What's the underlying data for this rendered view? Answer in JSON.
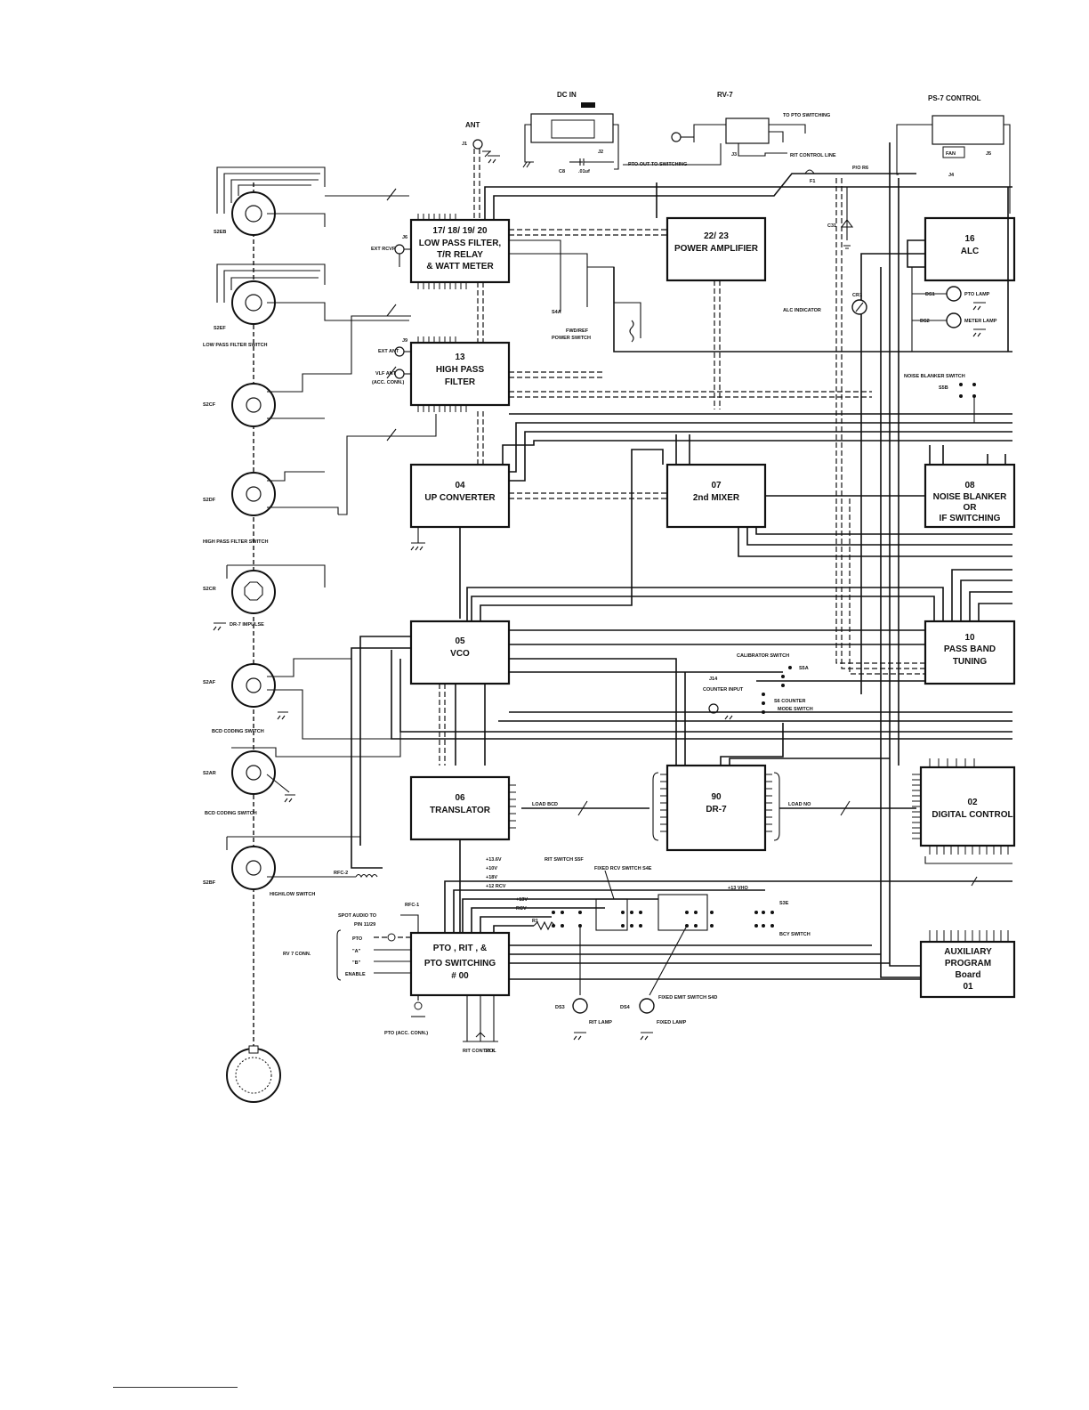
{
  "blocks": {
    "lpf": [
      "17/ 18/ 19/ 20",
      "LOW PASS FILTER,",
      "T/R RELAY",
      "& WATT METER"
    ],
    "pa": [
      "22/ 23",
      "POWER AMPLIFIER"
    ],
    "alc": [
      "16",
      "ALC"
    ],
    "hpf": [
      "13",
      "HIGH PASS",
      "FILTER"
    ],
    "upconv": [
      "04",
      "UP CONVERTER"
    ],
    "mixer": [
      "07",
      "2nd MIXER"
    ],
    "nb": [
      "08",
      "NOISE BLANKER",
      "OR",
      "IF    SWITCHING"
    ],
    "pbt": [
      "10",
      "PASS BAND",
      "TUNING"
    ],
    "vco": [
      "05",
      "VCO"
    ],
    "translator": [
      "06",
      "TRANSLATOR"
    ],
    "dr7": [
      "90",
      "DR-7"
    ],
    "digital": [
      "02",
      "DIGITAL CONTROL"
    ],
    "pto": [
      "PTO , RIT , &",
      "PTO SWITCHING",
      "#      00"
    ],
    "aux": [
      "AUXILIARY",
      "PROGRAM",
      "Board",
      "01"
    ]
  },
  "labels": {
    "dc_in": "DC IN",
    "rv7": "RV-7",
    "ps7": "PS-7 CONTROL",
    "ant": "ANT",
    "j1": "J1",
    "j2": "J2",
    "j3": "J3",
    "j4": "J4",
    "j5": "J5",
    "j6": "J6",
    "j9": "J9",
    "j14": "J14",
    "to_pto_switching": "TO PTO SWITCHING",
    "pto_out": "PTO OUT TO SWITCHING",
    "rit_control_line": "RIT CONTROL LINE",
    "po_r6": "P/O R6",
    "fan": "FAN",
    "f1": "F1",
    "ext_rcvr": "EXT RCVR",
    "ext_ant": "EXT ANT",
    "vlf_ant": "VLF ANT",
    "acc_conn": "(ACC. CONN.)",
    "s4a": "S4A",
    "fwd_ref": "FWD/REF",
    "power_switch": "POWER SWITCH",
    "alc_indicator": "ALC INDICATOR",
    "ds1": "DS1",
    "ds2": "DS2",
    "pto_lamp": "PTO LAMP",
    "meter_lamp": "METER LAMP",
    "nb_switch": "NOISE BLANKER SWITCH",
    "s5b": "S5B",
    "s2eb": "S2EB",
    "s2ef": "S2EF",
    "lpf_switch": "LOW PASS FILTER SWITCH",
    "s2cf": "S2CF",
    "s2df": "S2DF",
    "hpf_switch": "HIGH PASS FILTER SWITCH",
    "s2cr": "S2CR",
    "dr7_impulse": "DR-7 IMPULSE",
    "s2af": "S2AF",
    "bcd1": "BCD CODING SWITCH",
    "s2ar": "S2AR",
    "bcd2": "BCD CODING SWITCH",
    "s2bf": "S2BF",
    "highlow": "HIGH/LOW SWITCH",
    "cal_switch": "CALIBRATOR SWITCH",
    "s5a": "S5A",
    "s6": "S6  COUNTER",
    "mode_switch": "MODE SWITCH",
    "counter_input": "COUNTER INPUT",
    "rit_s5f": "RIT SWITCH S5F",
    "fixed_rcv": "FIXED RCV SWITCH S4E",
    "s3e": "S3E",
    "bcy_switch": "BCY SWITCH",
    "spot_audio": "SPOT AUDIO TO",
    "pin": "PIN  11/29",
    "rv7_conn": "RV 7 CONN.",
    "pto_in": "PTO",
    "a_in": "\"A\"",
    "b_in": "\"B\"",
    "enable": "ENABLE",
    "fixed_emit": "FIXED EMIT SWITCH S4D",
    "ds3": "DS3",
    "ds4": "DS4",
    "rit_lamp": "RIT LAMP",
    "fixed_lamp": "FIXED LAMP",
    "pto_acc": "PTO (ACC. CONN.)",
    "rit_control": "RIT CONTROL",
    "load_bcd": "LOAD BCD",
    "load_no": "LOAD NO",
    "rfc": "RFC-1",
    "rfc2": "RFC-2",
    "r10k": "10 K",
    "c8": "C8",
    "c31": "C31",
    "cr1": "CR1",
    "ma": ".01uf",
    "r14": "R1",
    "wire_1": "+13.6V",
    "wire_2": "+10V",
    "wire_3": "+18V",
    "wire_4": "+12 RCV",
    "wire_5": "+13V",
    "wire_6": "RCV",
    "wire_7": "+13 VHO"
  }
}
